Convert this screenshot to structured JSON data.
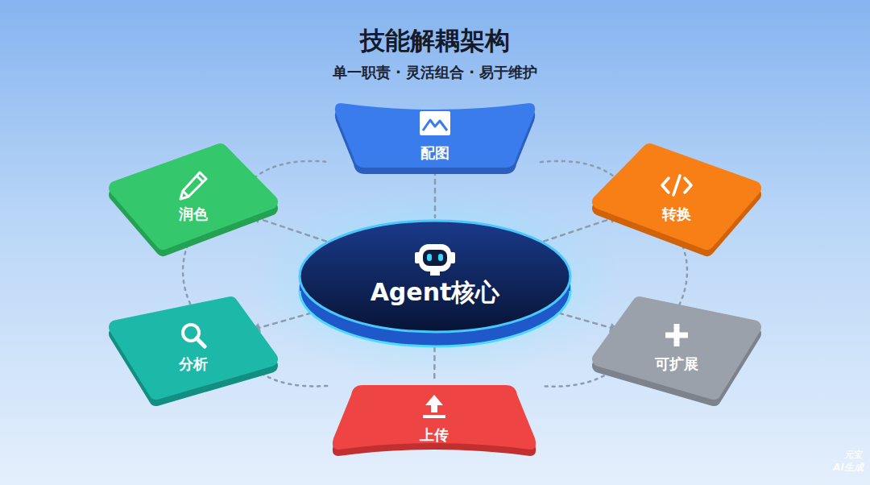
{
  "diagram": {
    "title": "技能解耦架构",
    "nodes": [
      {
        "text": [
          "Agent核心"
        ]
      },
      {
        "text": [
          "配图"
        ]
      },
      {
        "text": [
          "转换"
        ]
      },
      {
        "text": [
          "可扩展"
        ]
      },
      {
        "text": [
          "上传"
        ]
      },
      {
        "text": [
          "分析"
        ]
      },
      {
        "text": [
          "润色"
        ]
      }
    ],
    "edges": [
      {
        "from": 0,
        "to": 6,
        "arrow": "to"
      },
      {
        "from": 0,
        "to": 2,
        "arrow": "to"
      },
      {
        "from": 0,
        "to": 5,
        "arrow": "to"
      },
      {
        "from": 0,
        "to": 3,
        "arrow": "to"
      },
      {
        "from": 1,
        "to": 0,
        "arrow": "none"
      },
      {
        "from": 0,
        "to": 4,
        "arrow": "none"
      },
      {
        "from": 1,
        "to": 2,
        "arrow": "none"
      },
      {
        "from": 2,
        "to": 3,
        "arrow": "none"
      },
      {
        "from": 3,
        "to": 4,
        "arrow": "none"
      },
      {
        "from": 4,
        "to": 5,
        "arrow": "none"
      },
      {
        "from": 5,
        "to": 6,
        "arrow": "none"
      },
      {
        "from": 6,
        "to": 1,
        "arrow": "none"
      }
    ],
    "labels": [
      "单一职责 · 灵活组合 · 易于维护",
      "元宝",
      "AI生成"
    ]
  }
}
